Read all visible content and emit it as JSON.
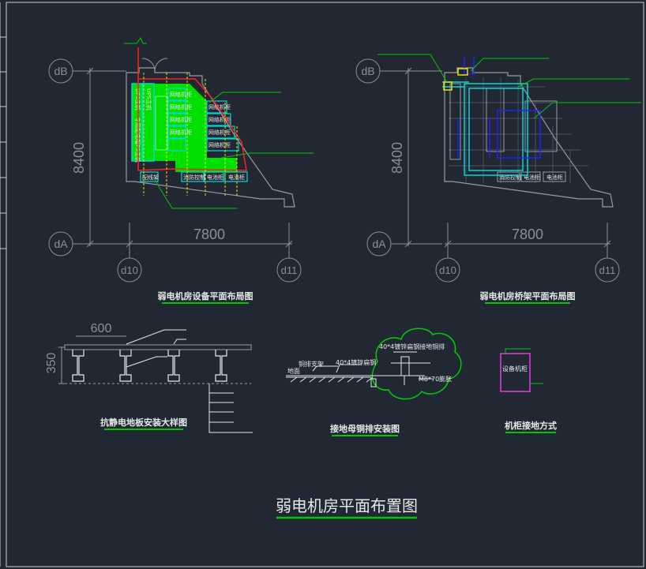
{
  "plan_equipment": {
    "caption": "弱电机房设备平面布局图",
    "grid_top": "dB",
    "grid_bottom": "dA",
    "grid_left": "d10",
    "grid_right": "d11",
    "dim_vertical": "8400",
    "dim_horizontal": "7800",
    "rack_labels_col1": [
      "UPS主机",
      "UPS主机",
      "UPS主机"
    ],
    "rack_label_col1_top": "专用配电柜",
    "rack_labels_col2": [
      "网络机柜",
      "网络机柜",
      "网络机柜",
      "网络机柜"
    ],
    "rack_labels_col3": [
      "网络机柜",
      "网络机柜",
      "网络机柜",
      "网络机柜"
    ],
    "bottom_labels": [
      "配线架",
      "消防控制",
      "电池柜",
      "电池柜"
    ]
  },
  "plan_tray": {
    "caption": "弱电机房桥架平面布局图",
    "grid_top": "dB",
    "grid_bottom": "dA",
    "grid_left": "d10",
    "grid_right": "d11",
    "dim_vertical": "8400",
    "dim_horizontal": "7800",
    "bottom_labels": [
      "消防控制",
      "电池柜",
      "电池柜"
    ]
  },
  "detail_floor": {
    "caption": "抗静电地板安装大样图",
    "dim_width": "600",
    "dim_height": "350"
  },
  "detail_ground": {
    "caption": "接地母铜排安装图",
    "label_steel": "40*4镀锌扁钢",
    "label_support": "铜排支架",
    "label_bolt": "M8*70膨胀",
    "label_cloud": "40*4镀锌扁钢接地铜排",
    "label_floor": "地面"
  },
  "detail_cabinet": {
    "caption": "机柜接地方式",
    "label_box": "设备机柜"
  },
  "main_title": "弱电机房平面布置图",
  "colors": {
    "background": "#212834",
    "green_fill": "#00e000",
    "cyan": "#00d8d8",
    "red": "#ff2020",
    "yellow": "#e8e000",
    "blue": "#2020ff",
    "green_line": "#00c800"
  }
}
